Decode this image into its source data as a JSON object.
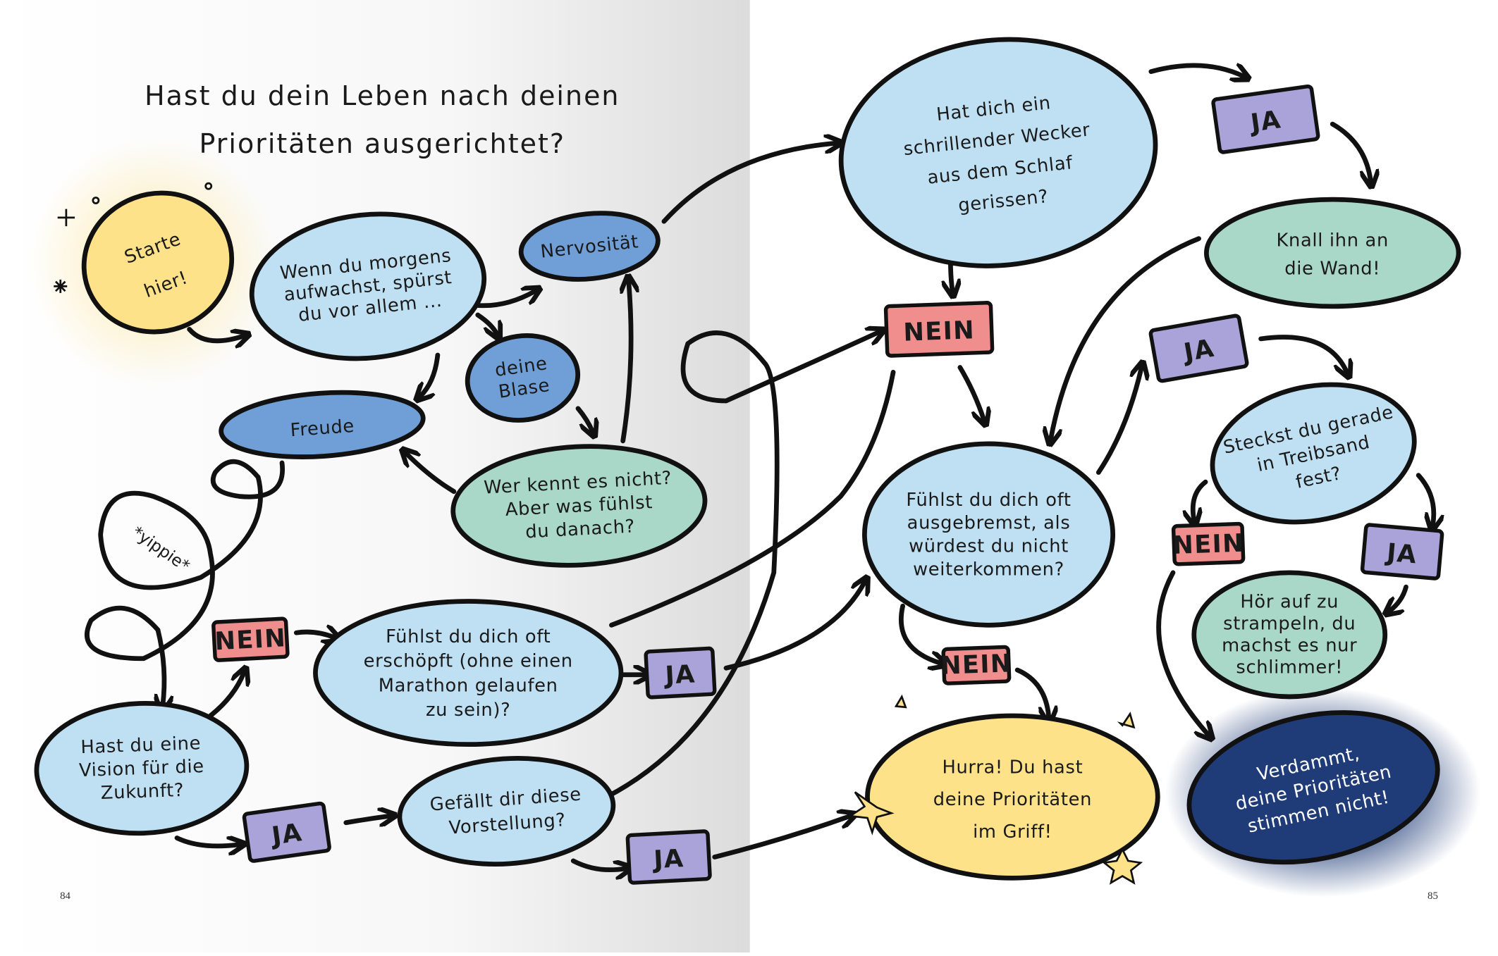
{
  "title": {
    "lines": [
      "Hast du dein Leben nach deinen",
      "Prioritäten ausgerichtet?"
    ]
  },
  "colors": {
    "light_blue": "#bfe0f2",
    "mid_blue": "#6f9fd6",
    "green": "#a9d8c8",
    "yellow": "#fde28a",
    "purple": "#a9a3d9",
    "pink": "#f08e8e",
    "navy": "#1f3c78"
  },
  "nodes": [
    {
      "id": "start",
      "lines": [
        "Starte",
        "hier!"
      ]
    },
    {
      "id": "morgens",
      "lines": [
        "Wenn du morgens",
        "aufwachst, spürst",
        "du vor allem ..."
      ]
    },
    {
      "id": "nervositaet",
      "lines": [
        "Nervosität"
      ]
    },
    {
      "id": "blase",
      "lines": [
        "deine",
        "Blase"
      ]
    },
    {
      "id": "freude",
      "lines": [
        "Freude"
      ]
    },
    {
      "id": "kennt",
      "lines": [
        "Wer kennt es nicht?",
        "Aber was fühlst",
        "du danach?"
      ]
    },
    {
      "id": "vision",
      "lines": [
        "Hast du eine",
        "Vision für die",
        "Zukunft?"
      ]
    },
    {
      "id": "erschoepft",
      "lines": [
        "Fühlst du dich oft",
        "erschöpft (ohne einen",
        "Marathon gelaufen",
        "zu sein)?"
      ]
    },
    {
      "id": "vorstellung",
      "lines": [
        "Gefällt dir diese",
        "Vorstellung?"
      ]
    },
    {
      "id": "wecker",
      "lines": [
        "Hat dich ein",
        "schrillender Wecker",
        "aus dem Schlaf",
        "gerissen?"
      ]
    },
    {
      "id": "wand",
      "lines": [
        "Knall ihn an",
        "die Wand!"
      ]
    },
    {
      "id": "treibsand",
      "lines": [
        "Steckst du gerade",
        "in Treibsand",
        "fest?"
      ]
    },
    {
      "id": "ausgebremst",
      "lines": [
        "Fühlst du dich oft",
        "ausgebremst, als",
        "würdest du nicht",
        "weiterkommen?"
      ]
    },
    {
      "id": "strampeln",
      "lines": [
        "Hör auf zu",
        "strampeln, du",
        "machst es nur",
        "schlimmer!"
      ]
    },
    {
      "id": "hurra",
      "lines": [
        "Hurra! Du hast",
        "deine Prioritäten",
        "im Griff!"
      ]
    },
    {
      "id": "verdammt",
      "lines": [
        "Verdammt,",
        "deine Prioritäten",
        "stimmen nicht!"
      ]
    }
  ],
  "labels": [
    {
      "id": "nein-vision",
      "text": "NEIN",
      "kind": "nein"
    },
    {
      "id": "ja-erschoepft",
      "text": "JA",
      "kind": "ja"
    },
    {
      "id": "ja-vision",
      "text": "JA",
      "kind": "ja"
    },
    {
      "id": "ja-vorstellung",
      "text": "JA",
      "kind": "ja"
    },
    {
      "id": "ja-wecker",
      "text": "JA",
      "kind": "ja"
    },
    {
      "id": "nein-wecker",
      "text": "NEIN",
      "kind": "nein"
    },
    {
      "id": "ja-ausgebremst",
      "text": "JA",
      "kind": "ja"
    },
    {
      "id": "nein-treibsand",
      "text": "NEIN",
      "kind": "nein"
    },
    {
      "id": "ja-treibsand",
      "text": "JA",
      "kind": "ja"
    },
    {
      "id": "nein-ausgebremst",
      "text": "NEIN",
      "kind": "nein"
    }
  ],
  "yippie": "*yippie*",
  "page_numbers": {
    "left": "84",
    "right": "85"
  }
}
